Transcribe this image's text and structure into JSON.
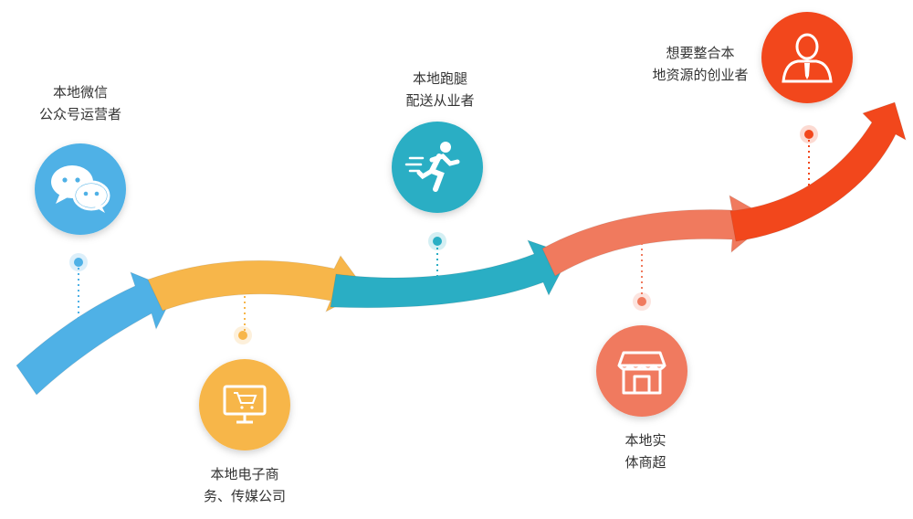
{
  "nodes": [
    {
      "id": "wechat",
      "icon": "wechat-icon",
      "color": "#4fb1e6",
      "line1": "本地微信",
      "line2": "公众号运营者"
    },
    {
      "id": "ecommerce",
      "icon": "shopping-cart-monitor-icon",
      "color": "#f7b64a",
      "line1": "本地电子商",
      "line2": "务、传媒公司"
    },
    {
      "id": "runner",
      "icon": "running-person-icon",
      "color": "#2aaec4",
      "line1": "本地跑腿",
      "line2": "配送从业者"
    },
    {
      "id": "store",
      "icon": "storefront-icon",
      "color": "#f07a5e",
      "line1": "本地实",
      "line2": "体商超"
    },
    {
      "id": "founder",
      "icon": "businessman-icon",
      "color": "#f2471c",
      "line1": "想要整合本",
      "line2": "地资源的创业者"
    }
  ],
  "arrow_colors": [
    "#4fb1e6",
    "#f7b64a",
    "#2aaec4",
    "#f07a5e",
    "#f2471c"
  ]
}
